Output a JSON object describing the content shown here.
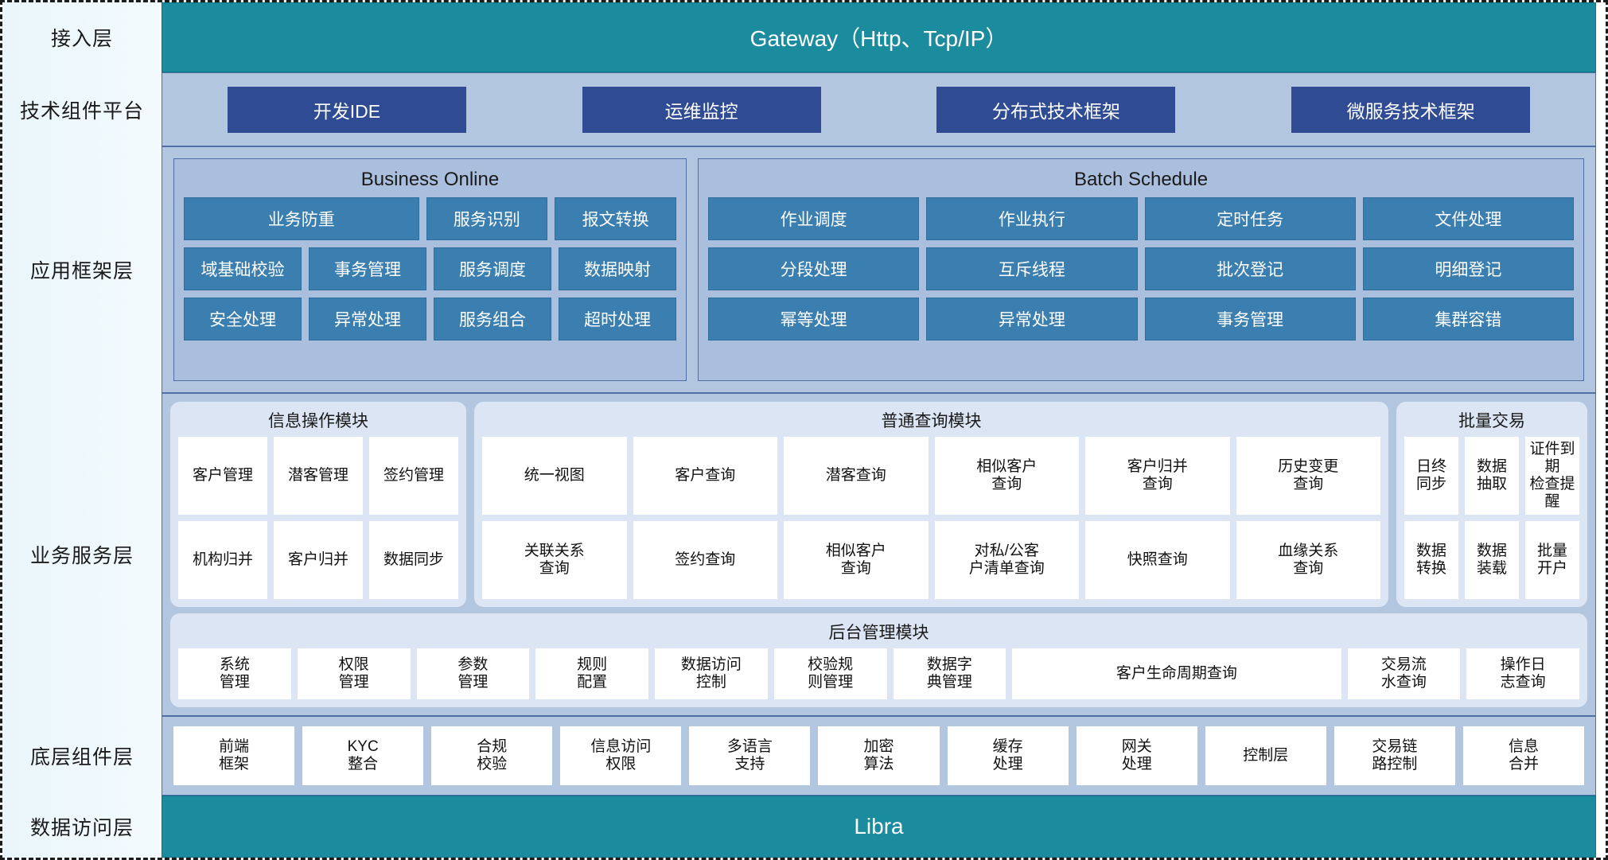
{
  "diagram": {
    "title": "Banking Customer Platform Layered Architecture",
    "colors": {
      "teal": "#1b8b9e",
      "band": "#b3c6e0",
      "dark_chip": "#2f4b93",
      "blue_chip": "#3b7fb0",
      "module_bg": "#dce5f4",
      "white_chip": "#ffffff",
      "border": "#4f6fa5",
      "canvas_left": "#eaf6fb"
    }
  },
  "layers": [
    {
      "id": "access",
      "label": "接入层",
      "type": "teal-bar",
      "bar_text": "Gateway（Http、Tcp/IP）"
    },
    {
      "id": "tech-platform",
      "label": "技术组件平台",
      "type": "chip-band",
      "chips": [
        "开发IDE",
        "运维监控",
        "分布式技术框架",
        "微服务技术框架"
      ]
    },
    {
      "id": "app-framework",
      "label": "应用框架层",
      "type": "framework",
      "groups": [
        {
          "title": "Business Online",
          "rows": [
            [
              {
                "label": "业务防重",
                "span": 2
              },
              {
                "label": "服务识别",
                "span": 1
              },
              {
                "label": "报文转换",
                "span": 1
              }
            ],
            [
              {
                "label": "域基础校验",
                "span": 1
              },
              {
                "label": "事务管理",
                "span": 1
              },
              {
                "label": "服务调度",
                "span": 1
              },
              {
                "label": "数据映射",
                "span": 1
              }
            ],
            [
              {
                "label": "安全处理",
                "span": 1
              },
              {
                "label": "异常处理",
                "span": 1
              },
              {
                "label": "服务组合",
                "span": 1
              },
              {
                "label": "超时处理",
                "span": 1
              }
            ]
          ]
        },
        {
          "title": "Batch Schedule",
          "rows": [
            [
              {
                "label": "作业调度",
                "span": 1
              },
              {
                "label": "作业执行",
                "span": 1
              },
              {
                "label": "定时任务",
                "span": 1
              },
              {
                "label": "文件处理",
                "span": 1
              }
            ],
            [
              {
                "label": "分段处理",
                "span": 1
              },
              {
                "label": "互斥线程",
                "span": 1
              },
              {
                "label": "批次登记",
                "span": 1
              },
              {
                "label": "明细登记",
                "span": 1
              }
            ],
            [
              {
                "label": "幂等处理",
                "span": 1
              },
              {
                "label": "异常处理",
                "span": 1
              },
              {
                "label": "事务管理",
                "span": 1
              },
              {
                "label": "集群容错",
                "span": 1
              }
            ]
          ]
        }
      ]
    },
    {
      "id": "business-service",
      "label": "业务服务层",
      "type": "service",
      "top_modules": [
        {
          "title": "信息操作模块",
          "rows": [
            [
              "客户管理",
              "潜客管理",
              "签约管理"
            ],
            [
              "机构归并",
              "客户归并",
              "数据同步"
            ]
          ]
        },
        {
          "title": "普通查询模块",
          "rows": [
            [
              "统一视图",
              "客户查询",
              "潜客查询",
              "相似客户\n查询",
              "客户归并\n查询",
              "历史变更\n查询"
            ],
            [
              "关联关系\n查询",
              "签约查询",
              "相似客户\n查询",
              "对私/公客\n户清单查询",
              "快照查询",
              "血缘关系\n查询"
            ]
          ]
        },
        {
          "title": "批量交易",
          "rows": [
            [
              "日终\n同步",
              "数据\n抽取",
              "证件到期\n检查提醒"
            ],
            [
              "数据\n转换",
              "数据\n装载",
              "批量\n开户"
            ]
          ]
        }
      ],
      "bottom_module": {
        "title": "后台管理模块",
        "items": [
          {
            "label": "系统\n管理",
            "flex": 1
          },
          {
            "label": "权限\n管理",
            "flex": 1
          },
          {
            "label": "参数\n管理",
            "flex": 1
          },
          {
            "label": "规则\n配置",
            "flex": 1
          },
          {
            "label": "数据访问\n控制",
            "flex": 1
          },
          {
            "label": "校验规\n则管理",
            "flex": 1
          },
          {
            "label": "数据字\n典管理",
            "flex": 1
          },
          {
            "label": "客户生命周期查询",
            "flex": 3
          },
          {
            "label": "交易流\n水查询",
            "flex": 1
          },
          {
            "label": "操作日\n志查询",
            "flex": 1
          }
        ]
      }
    },
    {
      "id": "base-component",
      "label": "底层组件层",
      "type": "component-band",
      "items": [
        "前端\n框架",
        "KYC\n整合",
        "合规\n校验",
        "信息访问\n权限",
        "多语言\n支持",
        "加密\n算法",
        "缓存\n处理",
        "网关\n处理",
        "控制层",
        "交易链\n路控制",
        "信息\n合并"
      ]
    },
    {
      "id": "data-access",
      "label": "数据访问层",
      "type": "teal-bar",
      "bar_text": "Libra"
    }
  ]
}
